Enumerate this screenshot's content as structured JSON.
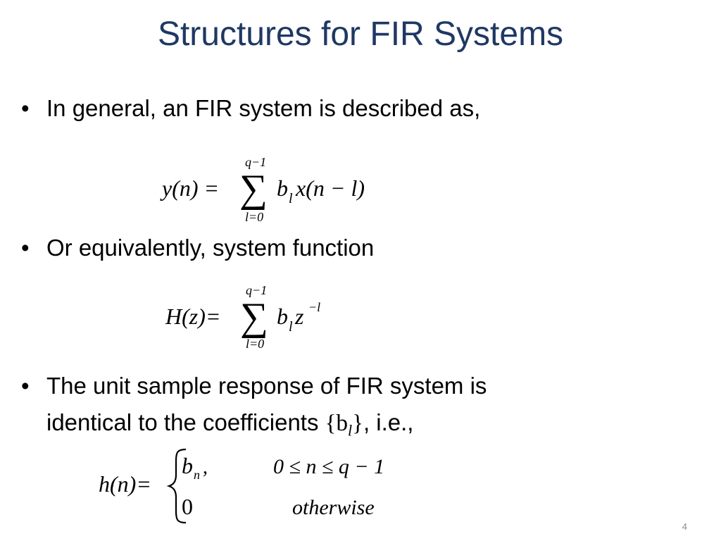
{
  "slide": {
    "title": "Structures for FIR Systems",
    "slide_number": "4",
    "bullets": [
      {
        "text": "In general, an FIR system is described as,"
      },
      {
        "text": "Or equivalently, system function"
      },
      {
        "line1": "The unit sample response of FIR system is",
        "line2_pre": "identical to the coefficients ",
        "line2_math": "{b",
        "line2_sub": "l",
        "line2_math_close": "}",
        "line2_post": ", i.e.,"
      }
    ],
    "bullet_char": "•",
    "eq1": {
      "lhs": "y(n) =",
      "sum_upper": "q−1",
      "sum_lower": "l=0",
      "sigma": "∑",
      "term_b": "b",
      "term_sub": "l",
      "term_rest": "x(n − l)"
    },
    "eq2": {
      "lhs": "H(z)=",
      "sum_upper": "q−1",
      "sum_lower": "l=0",
      "sigma": "∑",
      "term_b": "b",
      "term_sub": "l",
      "term_z": "z",
      "term_sup": "−l"
    },
    "eq3": {
      "lhs": "h(n)=",
      "case1_val": "b",
      "case1_sub": "n",
      "case1_comma": ",",
      "case1_cond": "0 ≤ n ≤ q − 1",
      "case2_val": "0",
      "case2_cond": "otherwise"
    }
  },
  "colors": {
    "title": "#1f3864",
    "text": "#000000",
    "slide_number": "#8c8c8c"
  }
}
